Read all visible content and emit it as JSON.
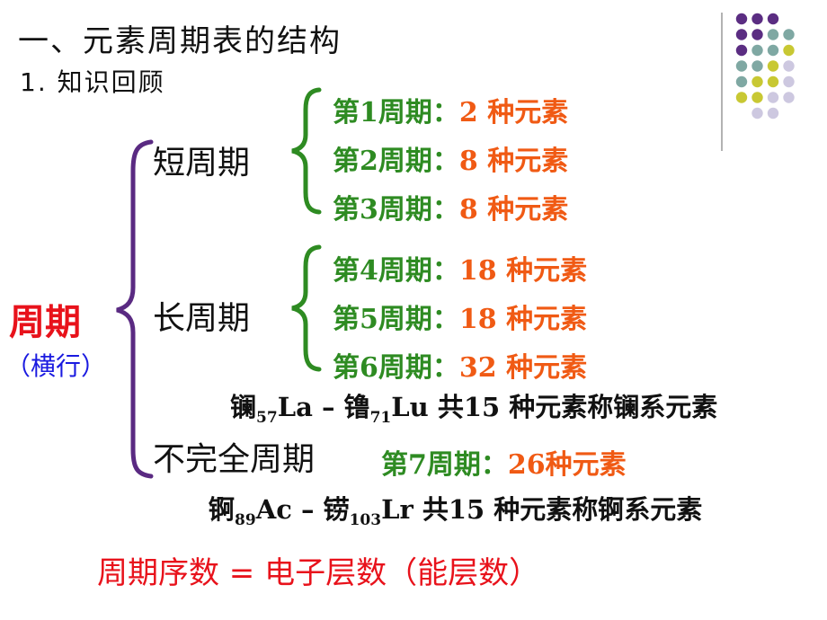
{
  "title": "一、元素周期表的结构",
  "subtitle": "1. 知识回顾",
  "main_label": "周期",
  "main_note": "（横行）",
  "short": {
    "label": "短周期",
    "rows": [
      {
        "name": "第1周期：",
        "count": "2 种元素"
      },
      {
        "name": "第2周期：",
        "count": "8 种元素"
      },
      {
        "name": "第3周期：",
        "count": "8 种元素"
      }
    ]
  },
  "long": {
    "label": "长周期",
    "rows": [
      {
        "name": "第4周期：",
        "count": "18 种元素"
      },
      {
        "name": "第5周期：",
        "count": "18 种元素"
      },
      {
        "name": "第6周期：",
        "count": "32 种元素"
      }
    ]
  },
  "lanthanide": {
    "el1": "镧",
    "n1": "57",
    "s1": "La",
    "dash": " – ",
    "el2": "镥",
    "n2": "71",
    "s2": "Lu",
    "rest": " 共15 种元素称镧系元素"
  },
  "incomplete": {
    "label": "不完全周期",
    "name": "第7周期：",
    "count": "26种元素"
  },
  "actinide": {
    "el1": "锕",
    "n1": "89",
    "s1": "Ac",
    "dash": " – ",
    "el2": "铹",
    "n2": "103",
    "s2": "Lr",
    "rest": " 共15 种元素称锕系元素"
  },
  "formula": "周期序数 = 电子层数（能层数）",
  "colors": {
    "green": "#2e8b22",
    "orange": "#f05a14",
    "red": "#e8121b",
    "blue": "#1a1ae0",
    "purple_brace": "#5a2a82",
    "dot_purple": "#5b2d82",
    "dot_teal": "#7fa8a3",
    "dot_olive": "#c8c833",
    "dot_lavender": "#cdc8e0"
  },
  "decor_icon": "dot-grid-icon"
}
